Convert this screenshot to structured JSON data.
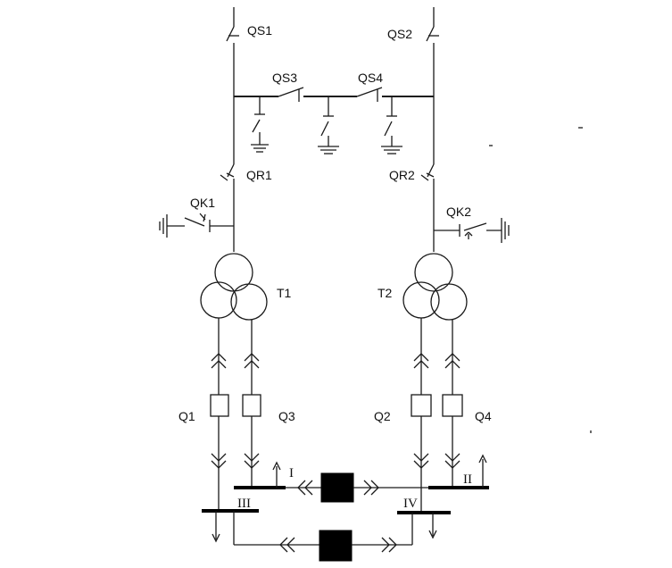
{
  "labels": {
    "qs1": "QS1",
    "qs2": "QS2",
    "qs3": "QS3",
    "qs4": "QS4",
    "qr1": "QR1",
    "qr2": "QR2",
    "qk1": "QK1",
    "qk2": "QK2",
    "t1": "T1",
    "t2": "T2",
    "q1": "Q1",
    "q2": "Q2",
    "q3": "Q3",
    "q4": "Q4",
    "bus_i": "I",
    "bus_ii": "II",
    "bus_iii": "III",
    "bus_iv": "IV"
  }
}
